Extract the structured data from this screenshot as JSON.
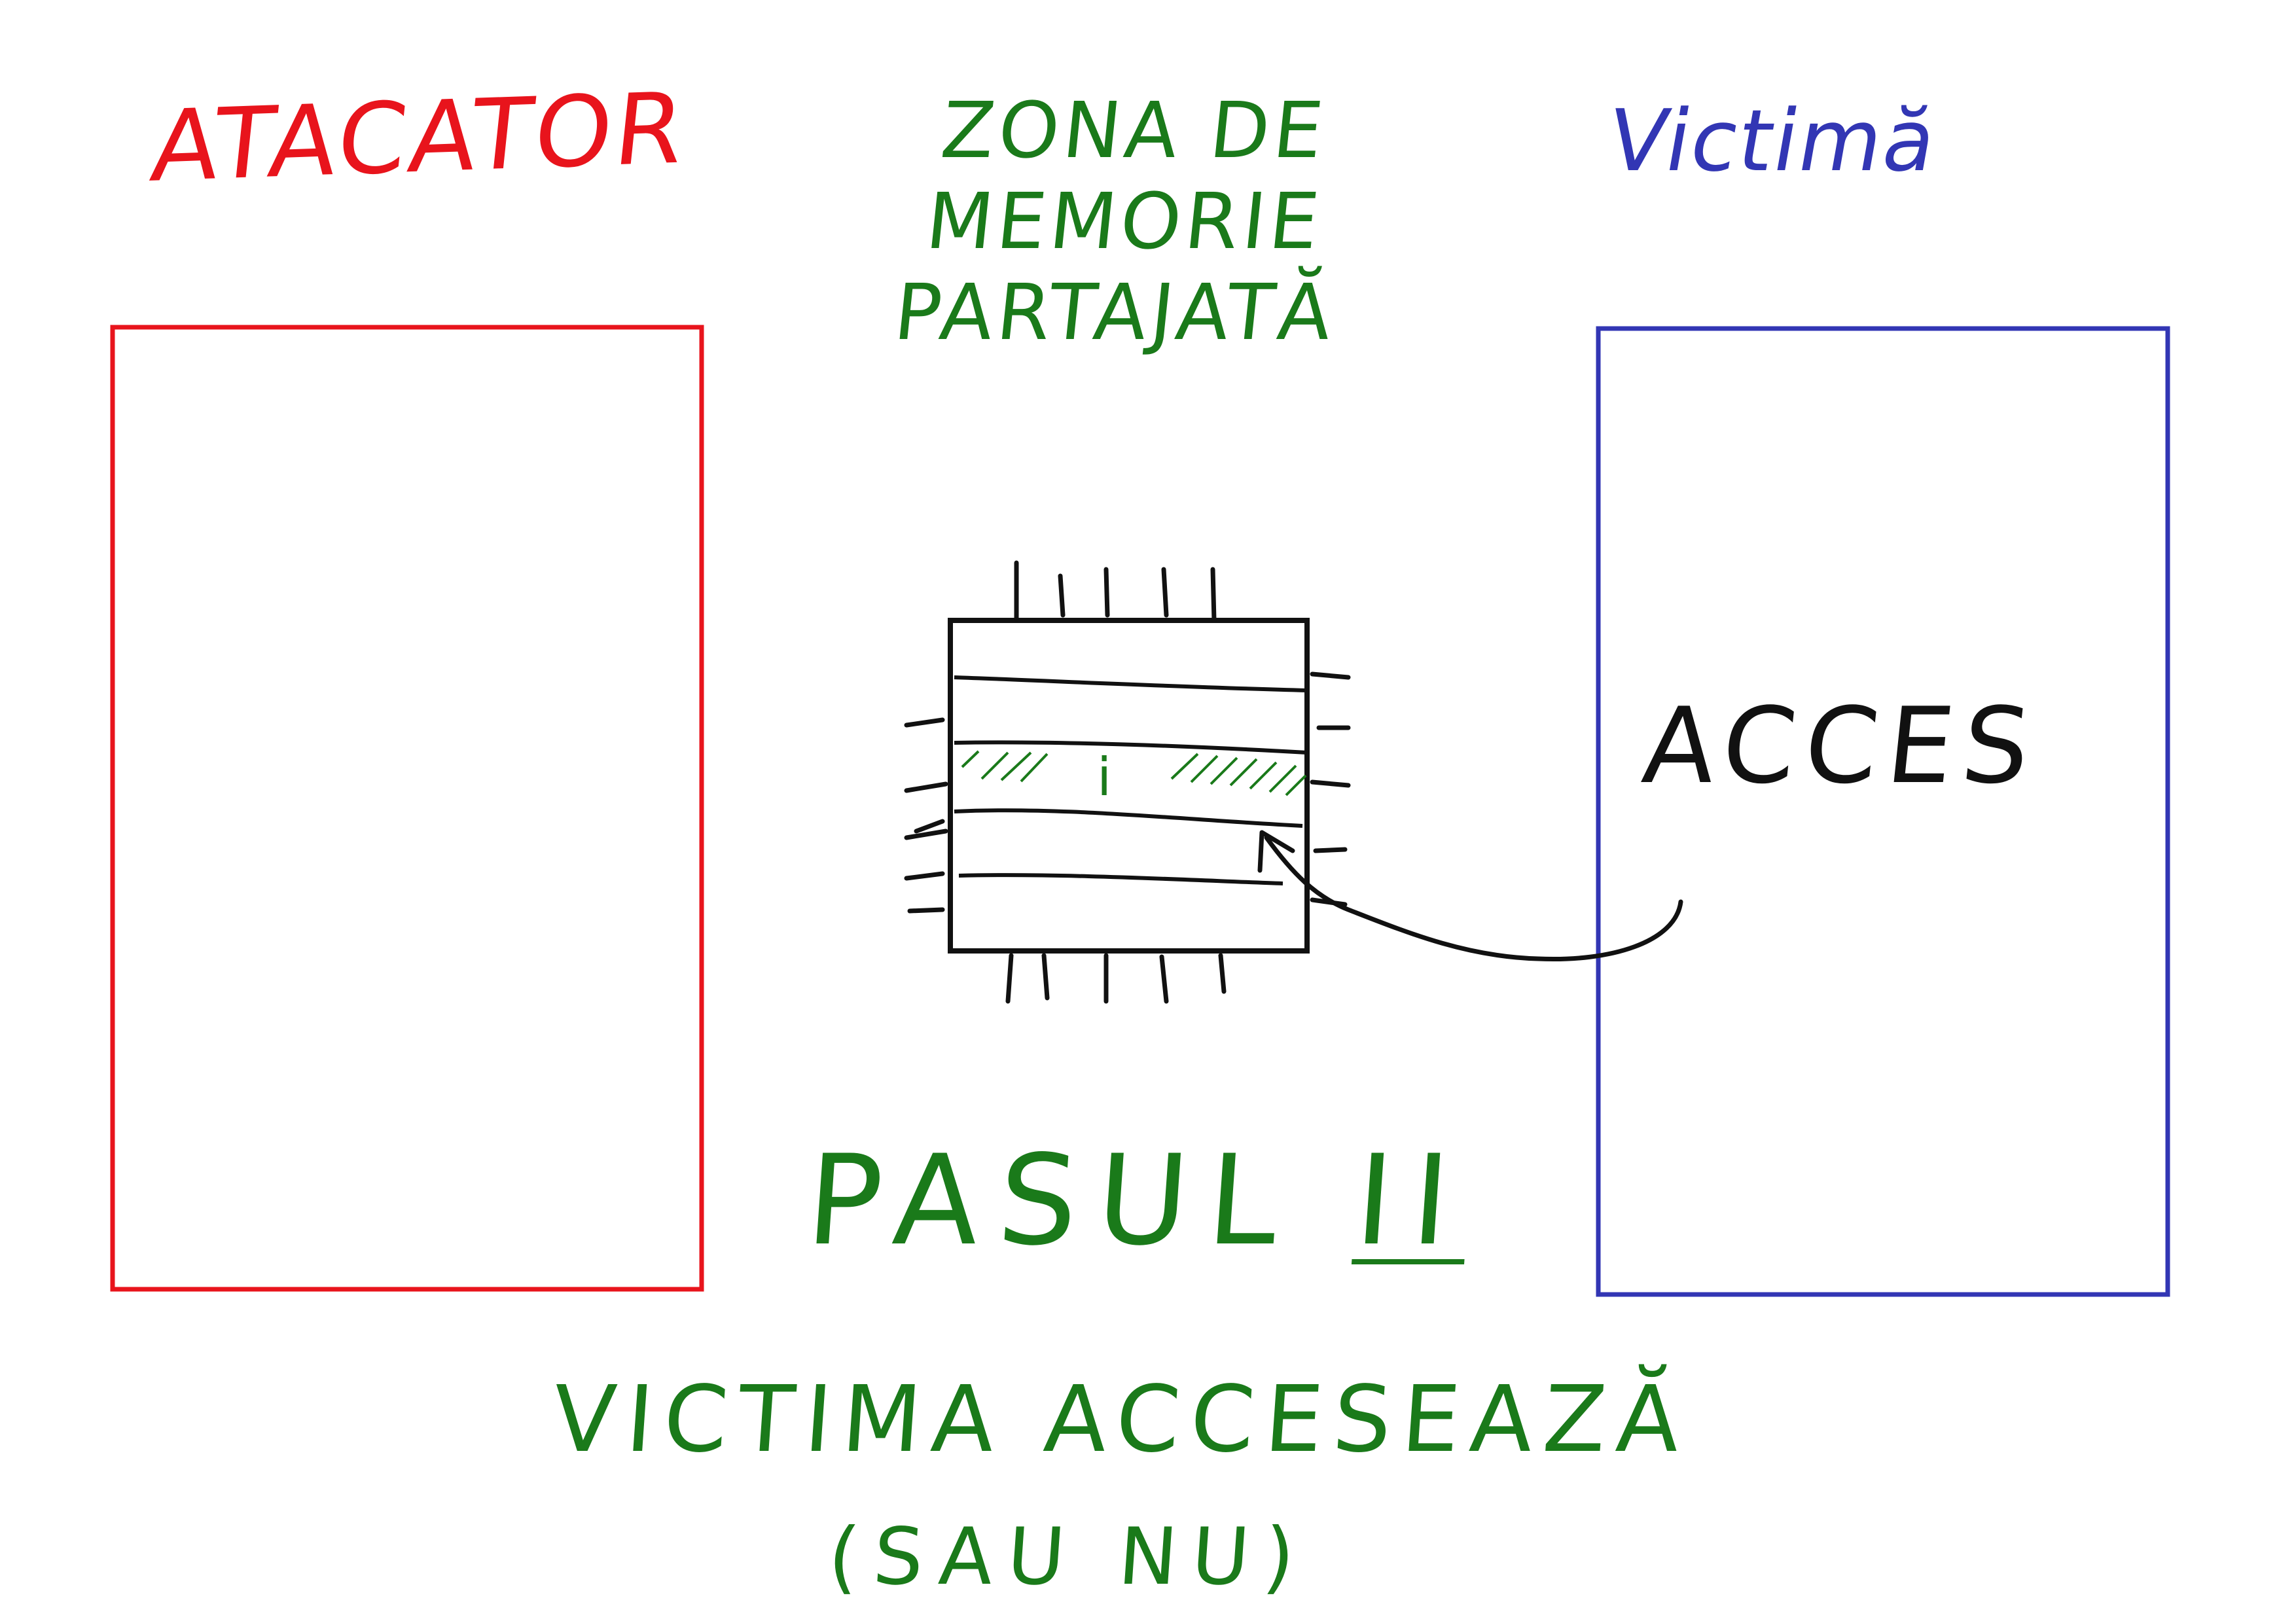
{
  "colors": {
    "attacker": "#e8141c",
    "victim": "#3236b4",
    "shared": "#1a7a1a",
    "ink": "#111111"
  },
  "labels": {
    "attacker": "ATACATOR",
    "victim": "Victimă",
    "shared_zone": [
      "ZONA DE",
      "MEMORIE",
      "PARTAJATĂ"
    ],
    "access": "ACCES",
    "cache_line_index": "i",
    "step_prefix": "PASUL",
    "step_number": "II",
    "description_line1": "VICTIMA ACCESEAZĂ",
    "description_line2": "(SAU NU)"
  },
  "icons": {
    "memory_chip": "memory-chip-icon",
    "arrow": "curved-arrow-icon"
  }
}
